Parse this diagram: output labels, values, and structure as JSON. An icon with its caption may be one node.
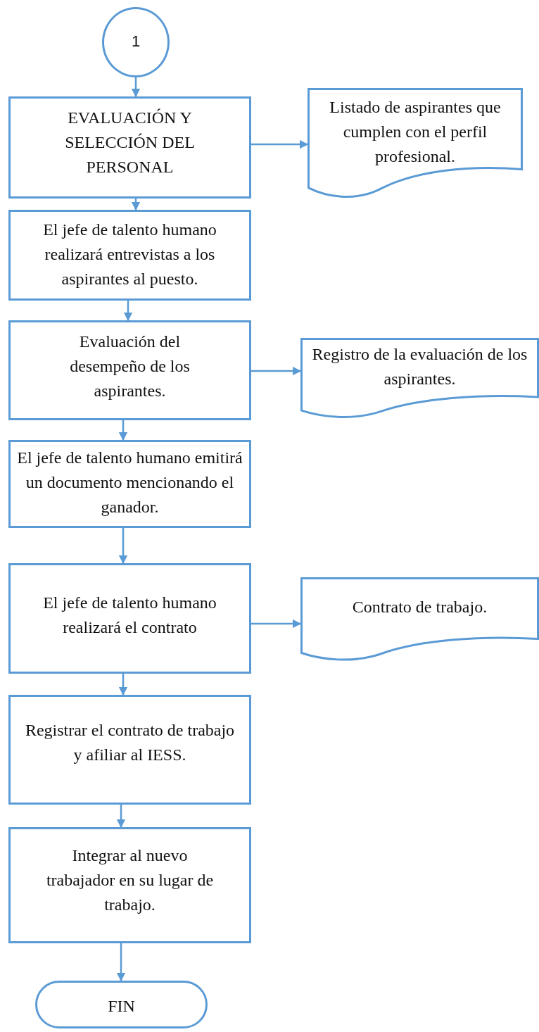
{
  "diagram": {
    "nodes": [
      {
        "text": [
          "1"
        ]
      },
      {
        "text": [
          "EVALUACIÓN Y SELECCIÓN DEL PERSONAL"
        ]
      },
      {
        "text": [
          "Listado de aspirantes que cumplen con el perfil profesional."
        ]
      },
      {
        "text": [
          "El jefe de talento humano realizará entrevistas a los aspirantes al puesto."
        ]
      },
      {
        "text": [
          "Evaluación del desempeño de los aspirantes."
        ]
      },
      {
        "text": [
          "Registro de la evaluación de los aspirantes."
        ]
      },
      {
        "text": [
          "El jefe de talento humano emitirá un documento mencionando el ganador."
        ]
      },
      {
        "text": [
          "El jefe de talento humano realizará el contrato"
        ]
      },
      {
        "text": [
          "Contrato de trabajo."
        ]
      },
      {
        "text": [
          "Registrar el contrato de trabajo y afiliar al IESS."
        ]
      },
      {
        "text": [
          "Integrar al nuevo trabajador en su lugar de trabajo."
        ]
      },
      {
        "text": [
          "FIN"
        ]
      }
    ],
    "edges": [
      {
        "from": 0,
        "to": 1,
        "arrow": "to"
      },
      {
        "from": 1,
        "to": 2,
        "arrow": "to"
      },
      {
        "from": 1,
        "to": 3,
        "arrow": "to"
      },
      {
        "from": 3,
        "to": 4,
        "arrow": "to"
      },
      {
        "from": 4,
        "to": 5,
        "arrow": "to"
      },
      {
        "from": 4,
        "to": 6,
        "arrow": "to"
      },
      {
        "from": 6,
        "to": 7,
        "arrow": "to"
      },
      {
        "from": 7,
        "to": 8,
        "arrow": "to"
      },
      {
        "from": 7,
        "to": 9,
        "arrow": "to"
      },
      {
        "from": 9,
        "to": 10,
        "arrow": "to"
      },
      {
        "from": 10,
        "to": 11,
        "arrow": "to"
      }
    ]
  }
}
